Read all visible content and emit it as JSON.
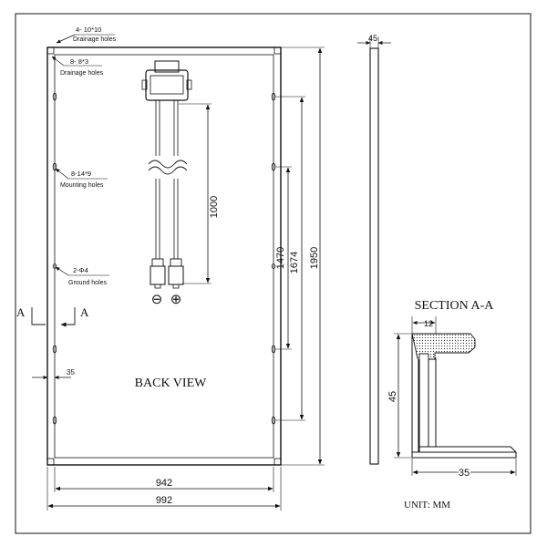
{
  "labels": {
    "drainage_top": "4- 10*10",
    "drainage_top_caption": "Drainage holes",
    "drainage_side": "8- 8*3",
    "drainage_side_caption": "Drainage holes",
    "mounting": "8-14*9",
    "mounting_caption": "Mounting holes",
    "ground": "2-Φ4",
    "ground_caption": "Ground holes",
    "section_marker": "A",
    "back_view": "BACK VIEW",
    "section_title": "SECTION A-A",
    "unit": "UNIT: MM"
  },
  "dimensions": {
    "frame_width": "35",
    "inner_width": "942",
    "overall_width": "992",
    "cable_length": "1000",
    "mount_spacing_inner": "1470",
    "mount_spacing_outer": "1674",
    "overall_height": "1950",
    "thickness": "45",
    "section_lip": "12",
    "section_height": "45",
    "section_base": "35"
  },
  "connector_symbols": {
    "negative": "⊖",
    "positive": "⊕"
  }
}
